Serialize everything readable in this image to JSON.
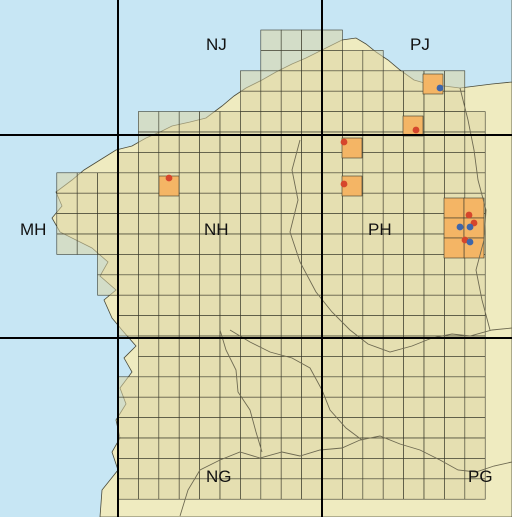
{
  "map": {
    "zone_labels": [
      "NJ",
      "PJ",
      "MH",
      "NH",
      "PH",
      "NG",
      "PG"
    ],
    "colors": {
      "sea": "#c7e6f4",
      "land": "#efebc0",
      "grid_fill": "#ddd6a4",
      "grid_line": "#3a3a2c",
      "highlight_cell": "#f4b565",
      "zone_line": "#000000",
      "border_line": "#6e6a52",
      "record_red": "#d6462c",
      "record_blue": "#3f66aa"
    },
    "legend_symbols": {
      "red_dot": "record-red",
      "blue_dot": "record-blue"
    }
  }
}
